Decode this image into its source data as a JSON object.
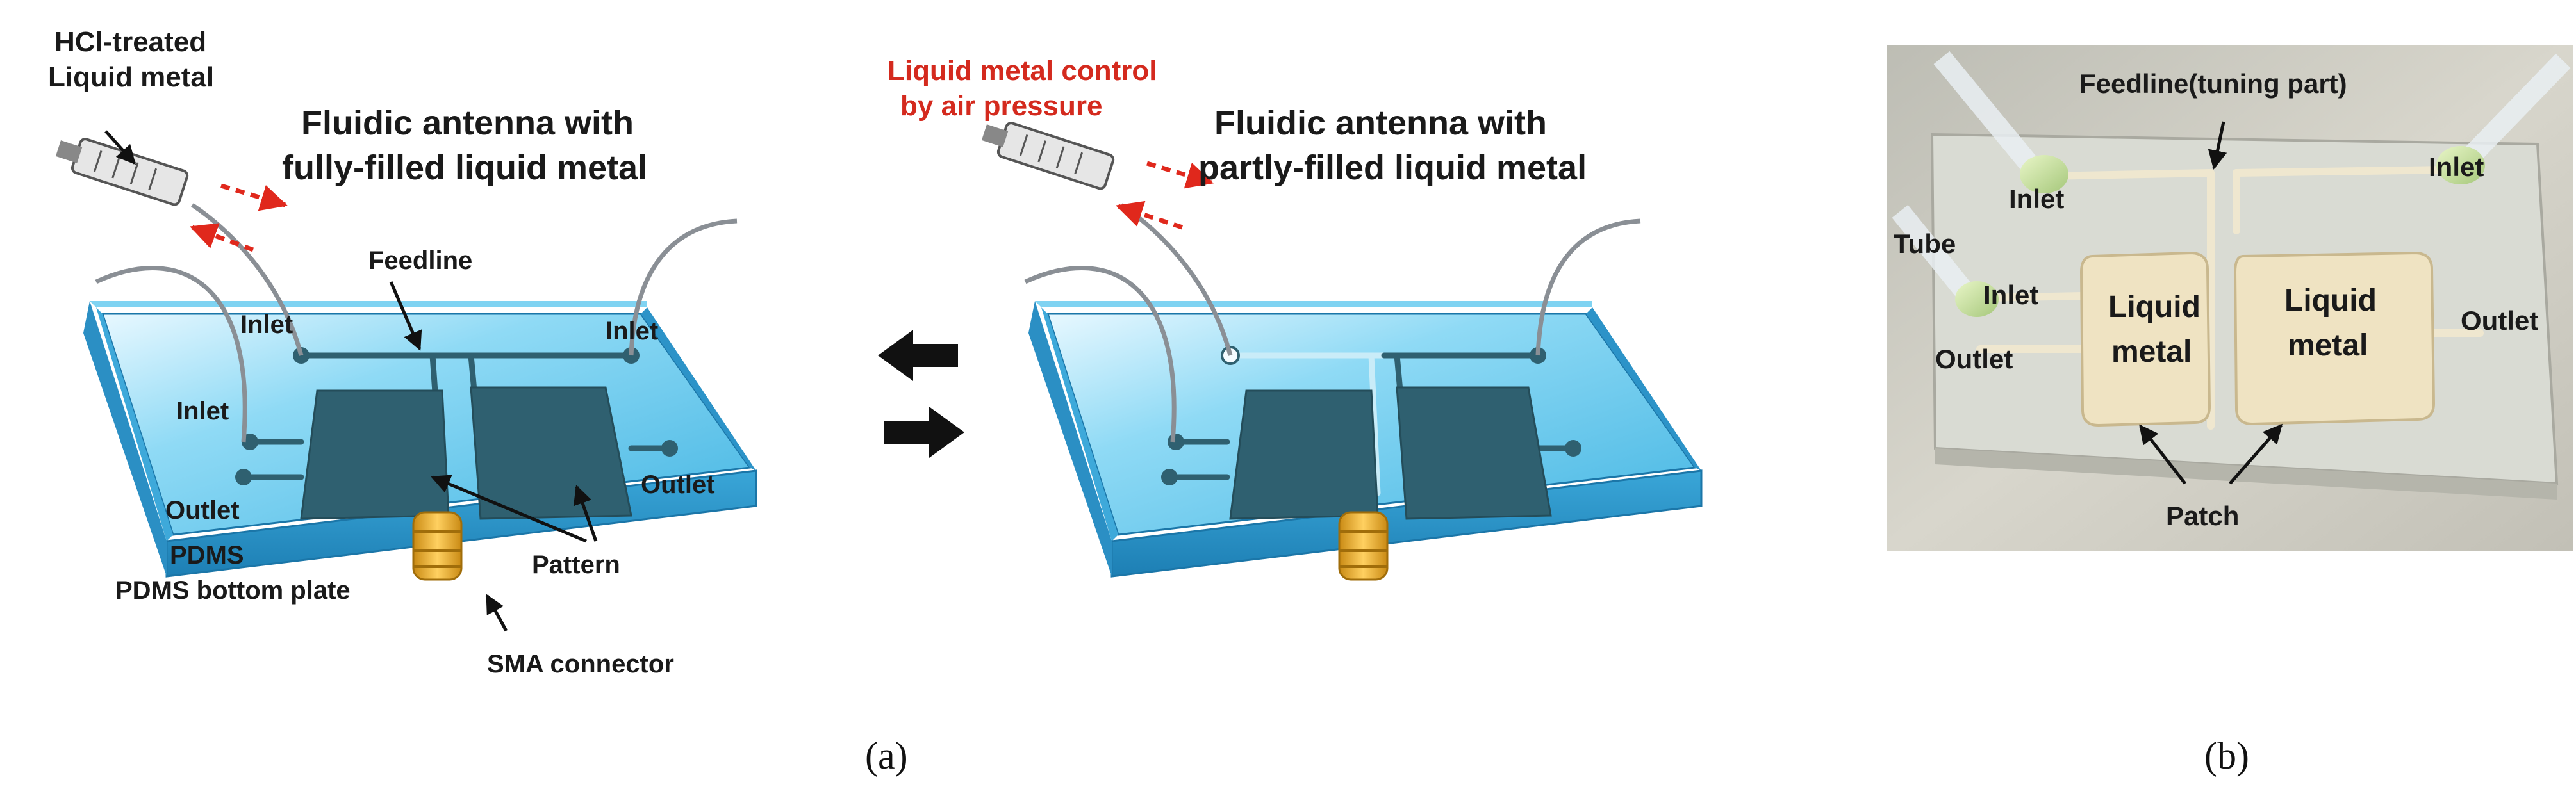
{
  "panel_a": {
    "left": {
      "title_line1": "Fluidic antenna with",
      "title_line2": "fully-filled liquid metal",
      "syringe_label_line1": "HCl-treated",
      "syringe_label_line2": "Liquid metal",
      "feedline": "Feedline",
      "inlet_top_left": "Inlet",
      "inlet_top_right": "Inlet",
      "inlet_left": "Inlet",
      "outlet_left": "Outlet",
      "outlet_right": "Outlet",
      "pdms": "PDMS",
      "pdms_bottom": "PDMS bottom plate",
      "pattern": "Pattern",
      "sma": "SMA connector"
    },
    "right": {
      "title_line1": "Fluidic antenna with",
      "title_line2": "partly-filled liquid metal",
      "control_line1": "Liquid metal control",
      "control_line2": "by air pressure"
    },
    "caption": "(a)"
  },
  "panel_b": {
    "feedline": "Feedline(tuning part)",
    "inlet_tl": "Inlet",
    "inlet_tr": "Inlet",
    "tube": "Tube",
    "inlet_l": "Inlet",
    "outlet_l": "Outlet",
    "outlet_r": "Outlet",
    "patch1_line1": "Liquid",
    "patch1_line2": "metal",
    "patch2_line1": "Liquid",
    "patch2_line2": "metal",
    "patch": "Patch",
    "caption": "(b)"
  },
  "colors": {
    "pdms_blue": "#49b8e4",
    "pattern_dark": "#2f6070",
    "sma_gold": "#f0b23a",
    "red_label": "#d42a1e",
    "photo_bg": "#cfcdc2",
    "patch_cream": "#efe3c2"
  }
}
